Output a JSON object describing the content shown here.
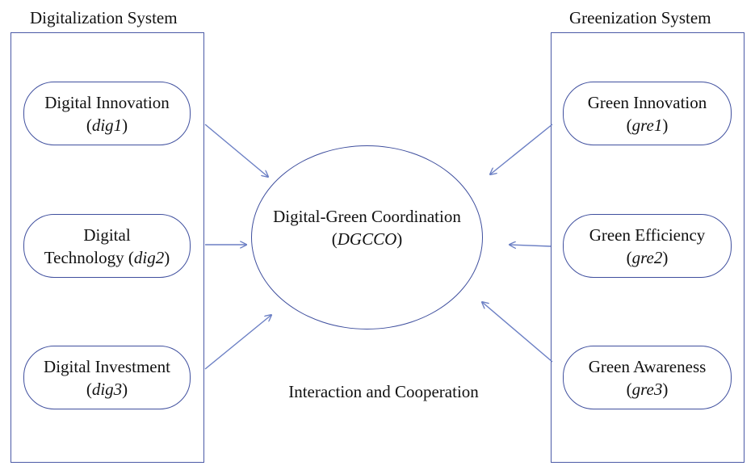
{
  "left_system": {
    "title": "Digitalization System",
    "nodes": [
      {
        "line1": "Digital Innovation",
        "code": "dig1"
      },
      {
        "line1": "Digital",
        "line2": "Technology",
        "code": "dig2"
      },
      {
        "line1": "Digital Investment",
        "code": "dig3"
      }
    ]
  },
  "right_system": {
    "title": "Greenization System",
    "nodes": [
      {
        "line1": "Green Innovation",
        "code": "gre1"
      },
      {
        "line1": "Green Efficiency",
        "code": "gre2"
      },
      {
        "line1": "Green Awareness",
        "code": "gre3"
      }
    ]
  },
  "center": {
    "title": "Digital-Green Coordination",
    "code": "DGCCO"
  },
  "interaction_label": "Interaction and Cooperation",
  "colors": {
    "border": "#3f4f9e",
    "arrow": "#6b7fc4"
  }
}
